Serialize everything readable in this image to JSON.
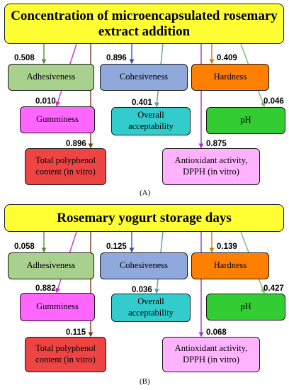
{
  "colors": {
    "title_fill": "#ffff33",
    "adhesiveness": "#a9d18e",
    "cohesiveness": "#8fa9dc",
    "hardness": "#ff7f00",
    "gumminess": "#ff66ff",
    "overall": "#33cccc",
    "ph": "#33cc33",
    "polyphenol": "#ee4444",
    "antioxidant": "#ffb3ff"
  },
  "nodes": {
    "adhesiveness": "Adhesiveness",
    "cohesiveness": "Cohesiveness",
    "hardness": "Hardness",
    "gumminess": "Gumminess",
    "overall": "Overall acceptability",
    "ph": "pH",
    "polyphenol": "Total polyphenol content (in vitro)",
    "antioxidant": "Antioxidant activity, DPPH (in vitro)"
  },
  "panelA": {
    "title": "Concentration of microencapsulated rosemary extract addition",
    "caption": "(A)",
    "values": {
      "adhesiveness": "0.508",
      "gumminess": "0.010",
      "polyphenol": "0.896",
      "cohesiveness": "0.896",
      "overall": "0.401",
      "hardness": "0.409",
      "antioxidant": "0.875",
      "ph": "0.046"
    }
  },
  "panelB": {
    "title": "Rosemary yogurt storage days",
    "caption": "(B)",
    "values": {
      "adhesiveness": "0.058",
      "gumminess": "0.882",
      "polyphenol": "0.115",
      "cohesiveness": "0.125",
      "overall": "0.036",
      "hardness": "0.139",
      "antioxidant": "0.068",
      "ph": "0.427"
    }
  }
}
